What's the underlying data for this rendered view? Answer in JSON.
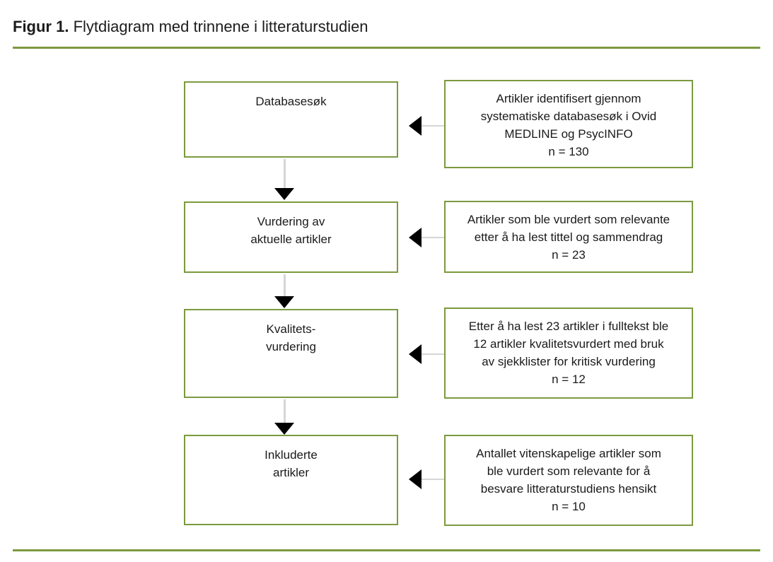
{
  "figure": {
    "label": "Figur 1.",
    "title": "Flytdiagram med trinnene i litteraturstudien",
    "accent_color": "#7c9a3f",
    "box_border_color": "#7c9a3f",
    "arrow_shaft_color": "#d6d6d6",
    "arrow_head_color": "#000000",
    "background_color": "#ffffff",
    "text_color": "#1a1a1a"
  },
  "flowchart": {
    "type": "flow-diagram",
    "orientation": "vertical-with-side-annotations",
    "stages": [
      {
        "stage_label": "Databasesøk",
        "detail_text": "Artikler identifisert gjennom\nsystematiske databasesøk i Ovid\nMEDLINE og PsycINFO\nn = 130",
        "detail_lines": [
          "Artikler identifisert gjennom",
          "systematiske databasesøk i Ovid",
          "MEDLINE og PsycINFO",
          "n = 130"
        ],
        "count_label": "n = 130",
        "count": 130
      },
      {
        "stage_label": "Vurdering av\naktuelle artikler",
        "detail_text": "Artikler som ble vurdert som relevante\netter å ha lest tittel og sammendrag\nn = 23",
        "detail_lines": [
          "Artikler som ble vurdert som relevante",
          "etter å ha lest tittel og sammendrag",
          "n = 23"
        ],
        "count_label": "n = 23",
        "count": 23
      },
      {
        "stage_label": "Kvalitets-\nvurdering",
        "detail_text": "Etter å ha lest 23 artikler i fulltekst ble\n12 artikler kvalitetsvurdert med bruk\nav sjekklister for kritisk vurdering\nn = 12",
        "detail_lines": [
          "Etter å ha lest 23 artikler i fulltekst ble",
          "12 artikler kvalitetsvurdert med bruk",
          "av sjekklister for kritisk vurdering",
          "n = 12"
        ],
        "count_label": "n = 12",
        "count": 12
      },
      {
        "stage_label": "Inkluderte\nartikler",
        "detail_text": "Antallet vitenskapelige artikler som\nble vurdert som relevante for å\nbesvare litteraturstudiens hensikt\nn = 10",
        "detail_lines": [
          "Antallet vitenskapelige artikler som",
          "ble vurdert som relevante for å",
          "besvare litteraturstudiens hensikt",
          "n = 10"
        ],
        "count_label": "n = 10",
        "count": 10
      }
    ]
  }
}
